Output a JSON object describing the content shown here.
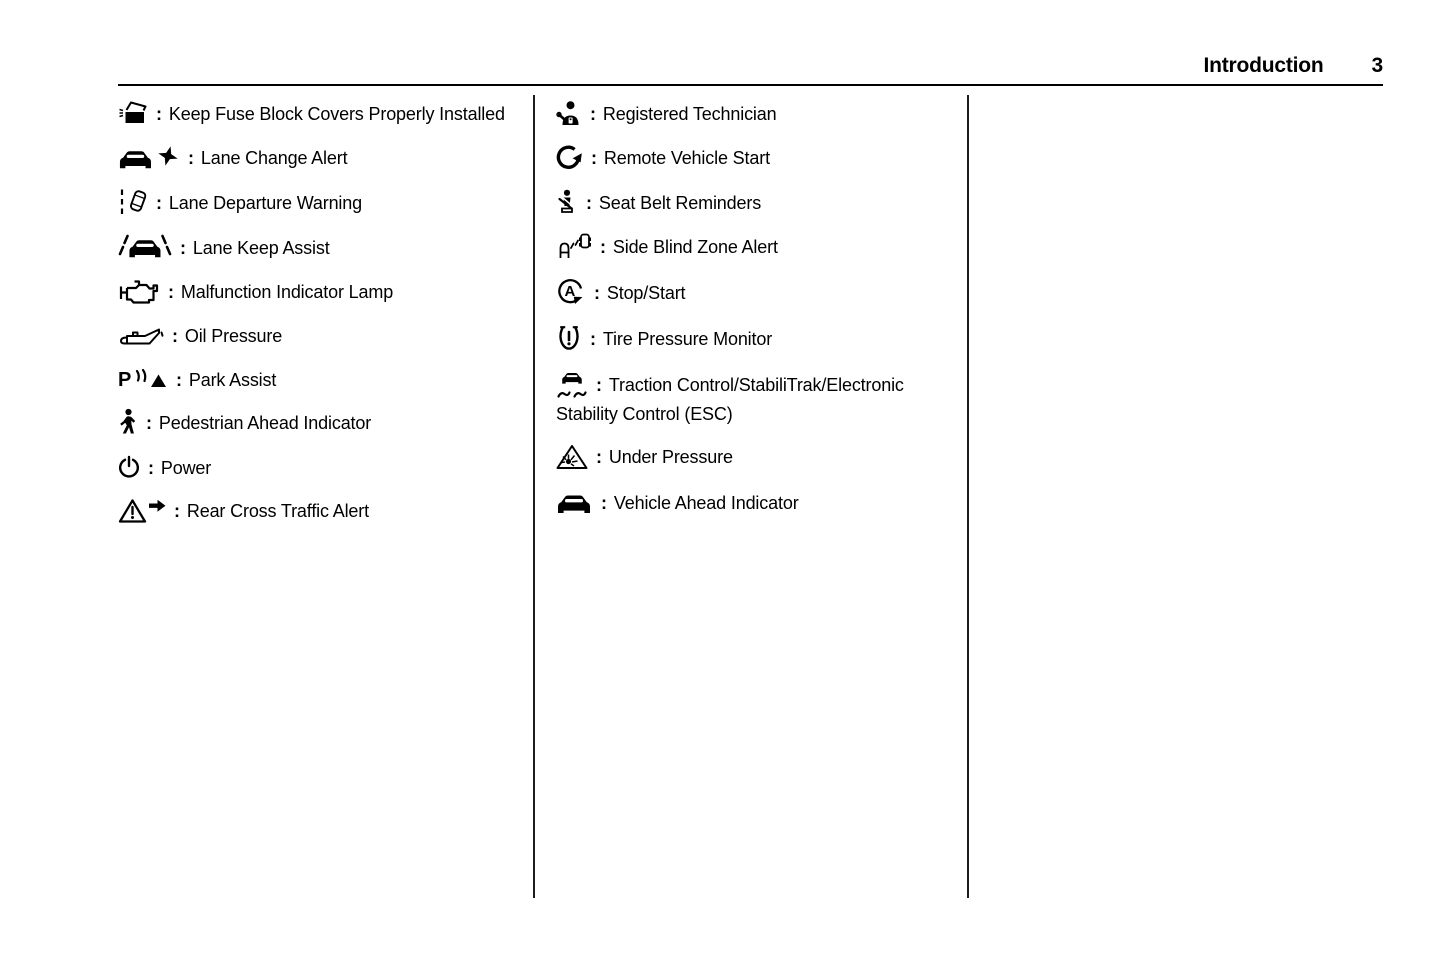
{
  "page": {
    "title": "Introduction",
    "page_number": "3"
  },
  "item_separator": ":",
  "columns": [
    {
      "name": "column-1",
      "items": [
        {
          "icon": "fuse-block-cover-icon",
          "label": "Keep Fuse Block Covers Properly Installed"
        },
        {
          "icon": "lane-change-alert-icon",
          "label": "Lane Change Alert"
        },
        {
          "icon": "lane-departure-warning-icon",
          "label": "Lane Departure Warning"
        },
        {
          "icon": "lane-keep-assist-icon",
          "label": "Lane Keep Assist"
        },
        {
          "icon": "malfunction-indicator-lamp-icon",
          "label": "Malfunction Indicator Lamp"
        },
        {
          "icon": "oil-pressure-icon",
          "label": "Oil Pressure"
        },
        {
          "icon": "park-assist-icon",
          "label": "Park Assist"
        },
        {
          "icon": "pedestrian-ahead-icon",
          "label": "Pedestrian Ahead Indicator"
        },
        {
          "icon": "power-icon",
          "label": "Power"
        },
        {
          "icon": "rear-cross-traffic-alert-icon",
          "label": "Rear Cross Traffic Alert"
        }
      ]
    },
    {
      "name": "column-2",
      "items": [
        {
          "icon": "registered-technician-icon",
          "label": "Registered Technician"
        },
        {
          "icon": "remote-vehicle-start-icon",
          "label": "Remote Vehicle Start"
        },
        {
          "icon": "seat-belt-reminder-icon",
          "label": "Seat Belt Reminders"
        },
        {
          "icon": "side-blind-zone-alert-icon",
          "label": "Side Blind Zone Alert"
        },
        {
          "icon": "stop-start-icon",
          "label": "Stop/Start"
        },
        {
          "icon": "tire-pressure-monitor-icon",
          "label": "Tire Pressure Monitor"
        },
        {
          "icon": "traction-control-esc-icon",
          "label": "Traction Control/StabiliTrak/Electronic Stability Control (ESC)"
        },
        {
          "icon": "under-pressure-icon",
          "label": "Under Pressure"
        },
        {
          "icon": "vehicle-ahead-indicator-icon",
          "label": "Vehicle Ahead Indicator"
        }
      ]
    },
    {
      "name": "column-3",
      "items": []
    }
  ]
}
